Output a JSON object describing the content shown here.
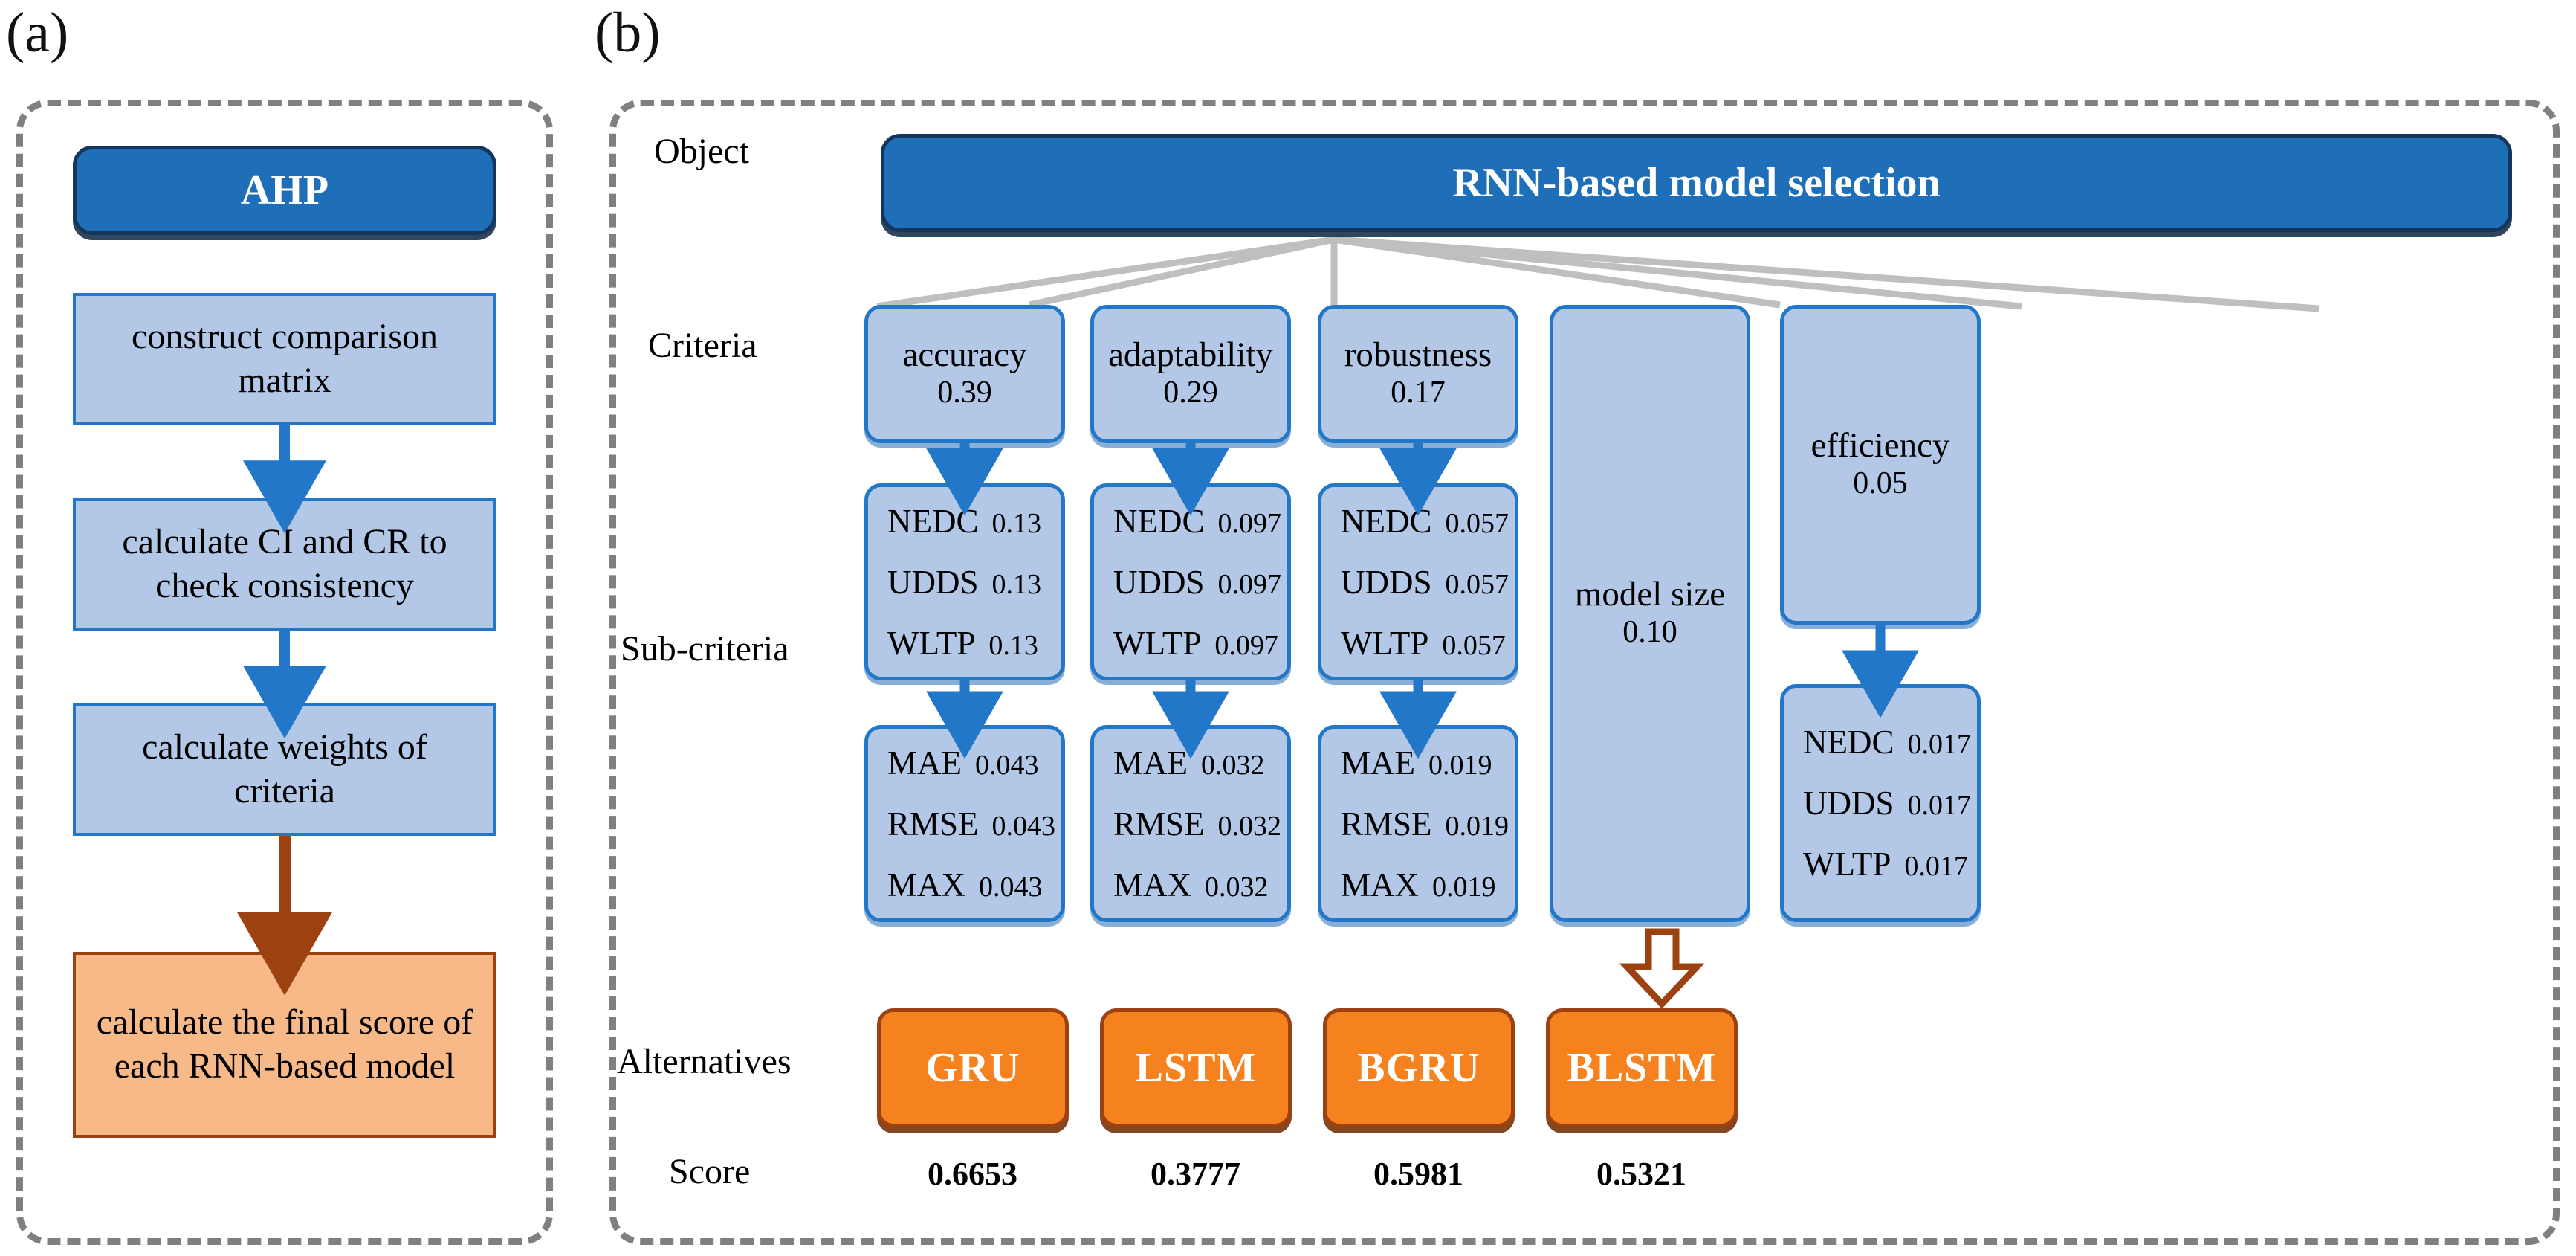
{
  "panels": {
    "a": {
      "tag": "(a)"
    },
    "b": {
      "tag": "(b)"
    }
  },
  "colors": {
    "dark_blue": "#1f6fb8",
    "light_blue": "#b3c7e6",
    "blue_border": "#2277c8",
    "orange": "#f5811f",
    "light_orange": "#f8b988",
    "orange_border": "#9c4210",
    "dashed_gray": "#808080",
    "connector_gray": "#bfbfbf"
  },
  "flowchart": {
    "title": "AHP",
    "steps": [
      {
        "text": "construct comparison matrix",
        "style": "light"
      },
      {
        "text": "calculate CI and CR to check consistency",
        "style": "light"
      },
      {
        "text": "calculate weights of criteria",
        "style": "light"
      },
      {
        "text": "calculate the final score of each RNN-based model",
        "style": "orange"
      }
    ],
    "arrows": [
      "blue",
      "blue",
      "brown"
    ]
  },
  "hierarchy": {
    "row_labels": [
      "Object",
      "Criteria",
      "Sub-criteria",
      "Alternatives",
      "Score"
    ],
    "object": {
      "label": "RNN-based model selection"
    },
    "criteria": [
      {
        "name": "accuracy",
        "weight": "0.39"
      },
      {
        "name": "adaptability",
        "weight": "0.29"
      },
      {
        "name": "robustness",
        "weight": "0.17"
      },
      {
        "name": "model size",
        "weight": "0.10"
      },
      {
        "name": "efficiency",
        "weight": "0.05"
      }
    ],
    "subcriteria_level1": [
      {
        "items": [
          {
            "name": "NEDC",
            "value": "0.13"
          },
          {
            "name": "UDDS",
            "value": "0.13"
          },
          {
            "name": "WLTP",
            "value": "0.13"
          }
        ]
      },
      {
        "items": [
          {
            "name": "NEDC",
            "value": "0.097"
          },
          {
            "name": "UDDS",
            "value": "0.097"
          },
          {
            "name": "WLTP",
            "value": "0.097"
          }
        ]
      },
      {
        "items": [
          {
            "name": "NEDC",
            "value": "0.057"
          },
          {
            "name": "UDDS",
            "value": "0.057"
          },
          {
            "name": "WLTP",
            "value": "0.057"
          }
        ]
      },
      {
        "items": [
          {
            "name": "NEDC",
            "value": "0.017"
          },
          {
            "name": "UDDS",
            "value": "0.017"
          },
          {
            "name": "WLTP",
            "value": "0.017"
          }
        ]
      }
    ],
    "subcriteria_level2": [
      {
        "items": [
          {
            "name": "MAE",
            "value": "0.043"
          },
          {
            "name": "RMSE",
            "value": "0.043"
          },
          {
            "name": "MAX",
            "value": "0.043"
          }
        ]
      },
      {
        "items": [
          {
            "name": "MAE",
            "value": "0.032"
          },
          {
            "name": "RMSE",
            "value": "0.032"
          },
          {
            "name": "MAX",
            "value": "0.032"
          }
        ]
      },
      {
        "items": [
          {
            "name": "MAE",
            "value": "0.019"
          },
          {
            "name": "RMSE",
            "value": "0.019"
          },
          {
            "name": "MAX",
            "value": "0.019"
          }
        ]
      }
    ],
    "alternatives": [
      {
        "label": "GRU",
        "score": "0.6653"
      },
      {
        "label": "LSTM",
        "score": "0.3777"
      },
      {
        "label": "BGRU",
        "score": "0.5981"
      },
      {
        "label": "BLSTM",
        "score": "0.5321"
      }
    ]
  },
  "chart_data": {
    "type": "diagram",
    "title": "AHP-based RNN model selection hierarchy",
    "criteria_weights": {
      "accuracy": 0.39,
      "adaptability": 0.29,
      "robustness": 0.17,
      "model size": 0.1,
      "efficiency": 0.05
    },
    "subcriteria_weights": {
      "accuracy": {
        "NEDC": 0.13,
        "UDDS": 0.13,
        "WLTP": 0.13
      },
      "adaptability": {
        "NEDC": 0.097,
        "UDDS": 0.097,
        "WLTP": 0.097
      },
      "robustness": {
        "NEDC": 0.057,
        "UDDS": 0.057,
        "WLTP": 0.057
      },
      "efficiency": {
        "NEDC": 0.017,
        "UDDS": 0.017,
        "WLTP": 0.017
      }
    },
    "metric_weights": {
      "accuracy": {
        "MAE": 0.043,
        "RMSE": 0.043,
        "MAX": 0.043
      },
      "adaptability": {
        "MAE": 0.032,
        "RMSE": 0.032,
        "MAX": 0.032
      },
      "robustness": {
        "MAE": 0.019,
        "RMSE": 0.019,
        "MAX": 0.019
      }
    },
    "alternative_scores": {
      "GRU": 0.6653,
      "LSTM": 0.3777,
      "BGRU": 0.5981,
      "BLSTM": 0.5321
    }
  }
}
